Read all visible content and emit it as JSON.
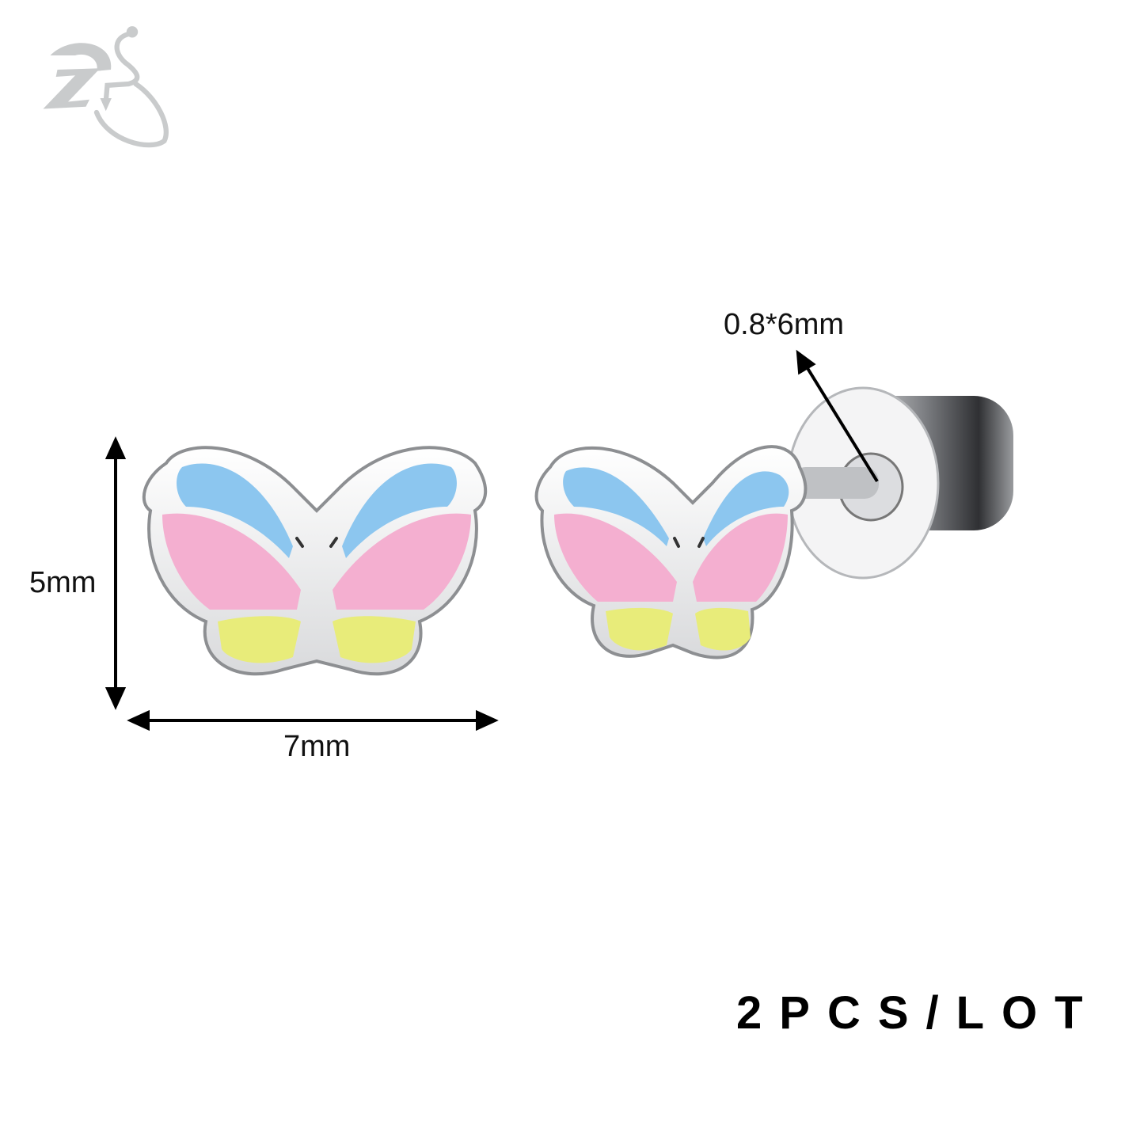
{
  "brand": {
    "logo": "ZS butterfly logo",
    "logo_color": "#c9cbcc"
  },
  "dimensions": {
    "height_label": "5mm",
    "width_label": "7mm",
    "pin_label": "0.8*6mm"
  },
  "quantity_label": "2PCS/LOT",
  "product": {
    "name": "butterfly stud earring",
    "colors": {
      "blue": "#8cc6ef",
      "pink": "#f4afd0",
      "yellow": "#e8ec7a",
      "metal": "#e6e7e9",
      "metal_edge": "#9a9c9f"
    }
  }
}
